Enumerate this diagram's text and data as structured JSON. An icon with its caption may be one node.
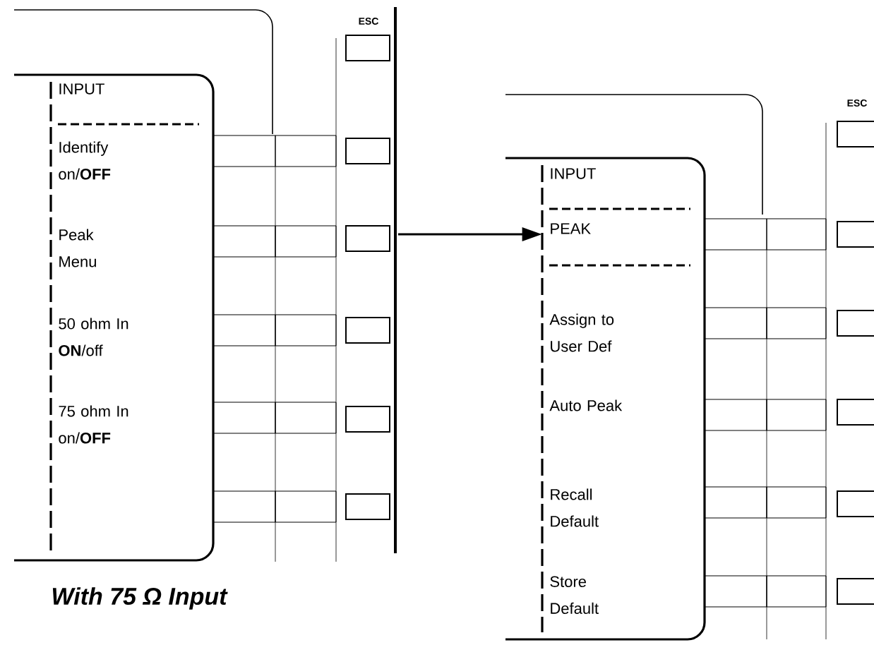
{
  "diagram": {
    "caption": "With 75 Ω Input",
    "nodes": [
      {
        "text": [
          "INPUT",
          "Identify on/**OFF**",
          "Peak Menu",
          "50 ohm In **ON**/off",
          "75 ohm In on/**OFF**"
        ]
      },
      {
        "text": [
          "INPUT",
          "PEAK",
          "Assign to User Def",
          "Auto Peak",
          "Recall Default",
          "Store Default"
        ]
      }
    ],
    "edges": [
      {
        "from": null,
        "to": 1,
        "arrow": "to"
      }
    ],
    "labels": [
      "ESC",
      "ESC"
    ]
  }
}
